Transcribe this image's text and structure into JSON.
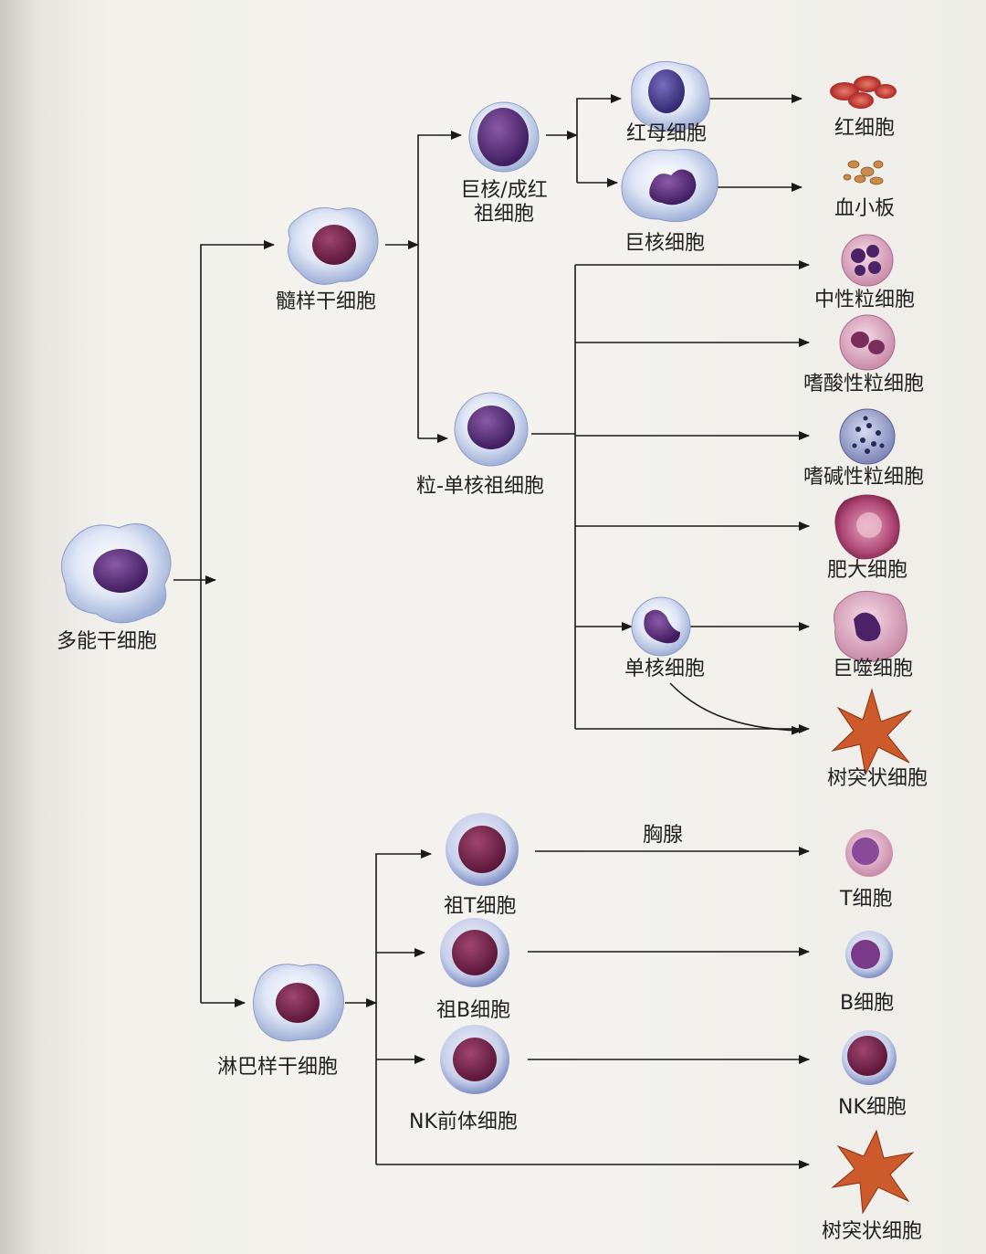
{
  "labels": {
    "hsc": "多能干细胞",
    "myeloid_stem": "髓样干细胞",
    "lymphoid_stem": "淋巴样干细胞",
    "mk_ery_prog_line1": "巨核/成红",
    "mk_ery_prog_line2": "祖细胞",
    "gm_prog": "粒-单核祖细胞",
    "erythroblast": "红母细胞",
    "megakaryocyte": "巨核细胞",
    "monocyte": "单核细胞",
    "rbc": "红细胞",
    "platelet": "血小板",
    "neutrophil": "中性粒细胞",
    "eosinophil": "嗜酸性粒细胞",
    "basophil": "嗜碱性粒细胞",
    "mast": "肥大细胞",
    "macrophage": "巨噬细胞",
    "dendritic_1": "树突状细胞",
    "pro_t": "祖T细胞",
    "pro_b": "祖B细胞",
    "nk_prec": "NK前体细胞",
    "thymus": "胸腺",
    "t_cell": "T细胞",
    "b_cell": "B细胞",
    "nk_cell": "NK细胞",
    "dendritic_2": "树突状细胞"
  },
  "colors": {
    "line": "#1a1a1a",
    "cytoplasm": "#cfd9ee",
    "nucleus": "#5a2f79",
    "rbc": "#c0302a",
    "platelet": "#c98a4a",
    "dendritic": "#cc5a2a",
    "mast": "#b4547a"
  }
}
